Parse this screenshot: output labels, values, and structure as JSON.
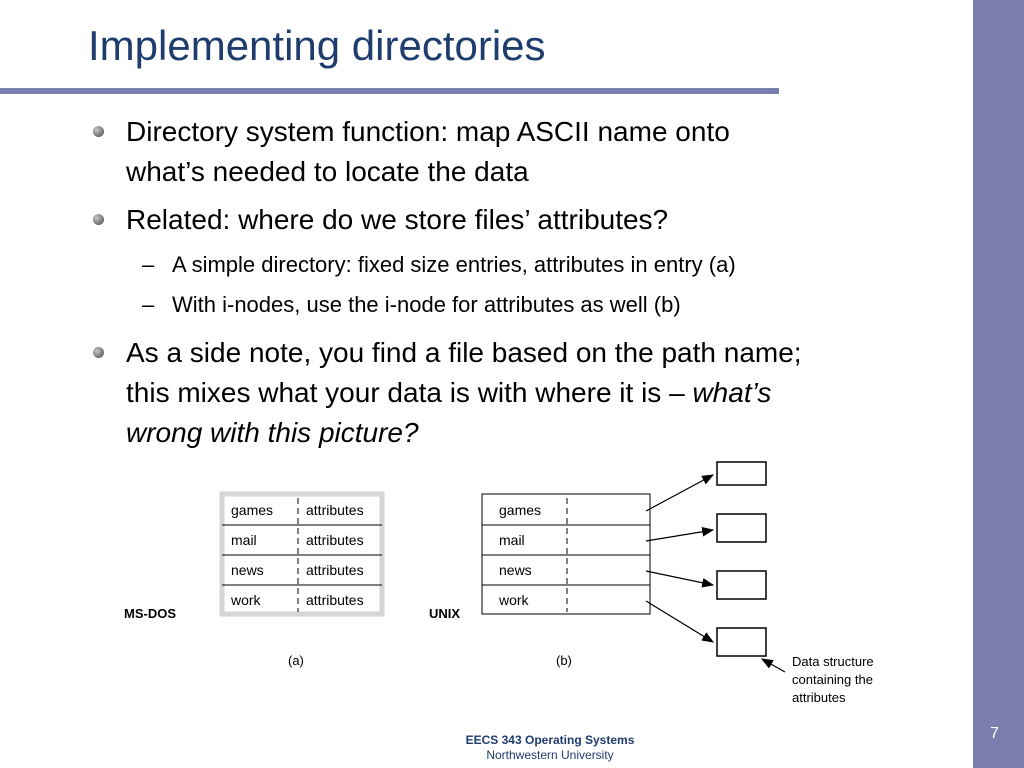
{
  "slide": {
    "title": "Implementing directories",
    "bullets": [
      {
        "lines": [
          "Directory system function: map ASCII name onto",
          "what’s needed to locate the data"
        ]
      },
      {
        "lines": [
          "Related: where do we store files’ attributes?"
        ]
      },
      {
        "lines": [
          "As a side note, you find a file based on the path name;",
          "this mixes what your data is with where it is – ",
          "what’s",
          "wrong with this picture?"
        ]
      }
    ],
    "sub_bullets": [
      "A simple directory: fixed size entries, attributes in entry (a)",
      "With i-nodes, use the i-node for attributes as well (b)"
    ],
    "dash": "–"
  },
  "figure": {
    "msdos_label": "MS-DOS",
    "unix_label": "UNIX",
    "entries": [
      "games",
      "mail",
      "news",
      "work"
    ],
    "attributes_text": "attributes",
    "caption_a": "(a)",
    "caption_b": "(b)",
    "data_structure_lines": [
      "Data structure",
      "containing the",
      "attributes"
    ]
  },
  "footer": {
    "course": "EECS 343 Operating Systems",
    "university": "Northwestern University",
    "page_number": "7"
  }
}
